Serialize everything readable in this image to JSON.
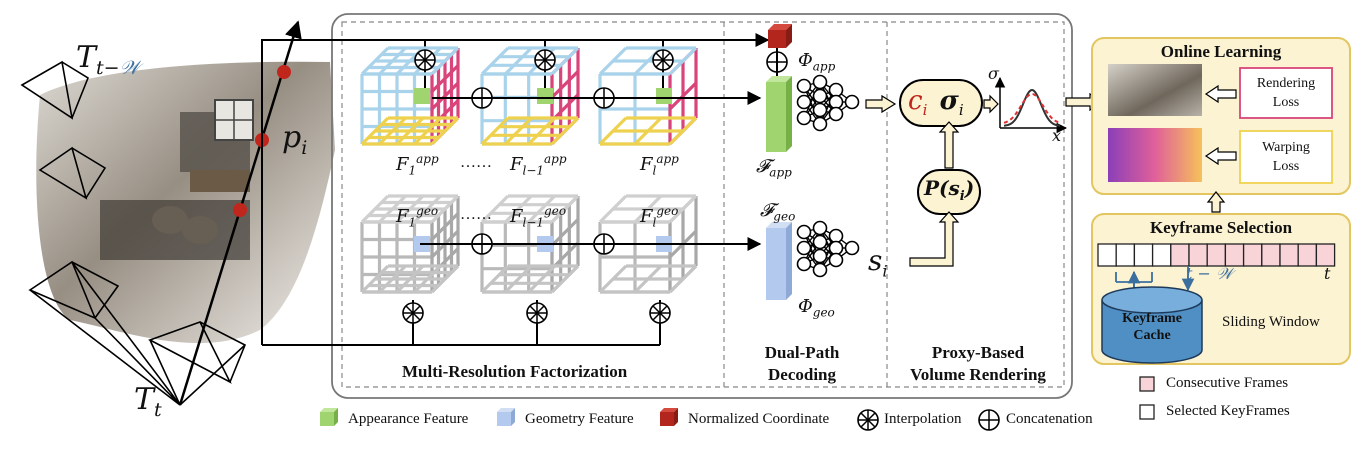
{
  "scene": {
    "pose_top_base": "T",
    "pose_top_sub_t": "t",
    "pose_top_sub_minus": "−",
    "pose_top_sub_w": "𝒲",
    "point_label_base": "p",
    "point_label_sub": "i",
    "pose_bottom_base": "T",
    "pose_bottom_sub": "t"
  },
  "factorization": {
    "section_label": "Multi-Resolution Factorization",
    "app_labels": [
      {
        "base": "F",
        "sub": "1",
        "sup": "app"
      },
      {
        "base": "F",
        "sub": "l−1",
        "sup": "app"
      },
      {
        "base": "F",
        "sub": "l",
        "sup": "app"
      }
    ],
    "geo_labels": [
      {
        "base": "F",
        "sub": "1",
        "sup": "geo"
      },
      {
        "base": "F",
        "sub": "l−1",
        "sup": "geo"
      },
      {
        "base": "F",
        "sub": "l",
        "sup": "geo"
      }
    ],
    "ellipsis": "……"
  },
  "decoding": {
    "section_label_line1": "Dual-Path",
    "section_label_line2": "Decoding",
    "phi_app_base": "Φ",
    "phi_app_sub": "app",
    "phi_geo_base": "Φ",
    "phi_geo_sub": "geo",
    "f_app_base": "𝓕",
    "f_app_sub": "app",
    "f_geo_base": "𝓕",
    "f_geo_sub": "geo"
  },
  "rendering": {
    "section_label_line1": "Proxy-Based",
    "section_label_line2": "Volume Rendering",
    "c_base": "c",
    "c_sub": "i",
    "sigma_base": "σ",
    "sigma_sub": "i",
    "proxy_text": "P(s",
    "proxy_sub": "i",
    "proxy_close": ")",
    "s_base": "s",
    "s_sub": "i",
    "plot_y_label": "σ",
    "plot_x_label": "x"
  },
  "online_learning": {
    "title": "Online Learning",
    "rendering_loss_line1": "Rendering",
    "rendering_loss_line2": "Loss",
    "warping_loss_line1": "Warping",
    "warping_loss_line2": "Loss"
  },
  "keyframe_selection": {
    "title": "Keyframe Selection",
    "window_start_label": "t − 𝒲",
    "window_end_label": "t",
    "cache_line1": "Keyframe",
    "cache_line2": "Cache",
    "sliding_window": "Sliding Window",
    "legend_consecutive": "Consecutive Frames",
    "legend_selected": "Selected KeyFrames"
  },
  "legend": {
    "appearance": "Appearance Feature",
    "geometry": "Geometry Feature",
    "normalized": "Normalized Coordinate",
    "interpolation": "Interpolation",
    "concatenation": "Concatenation"
  },
  "colors": {
    "appearance": "#9fd46f",
    "geometry": "#b4c9ee",
    "normalized": "#b3261e",
    "panel_yellow": "#fcf3d3",
    "panel_border": "#e3c65f",
    "pink": "#d9447a",
    "light_blue": "#a9d3ea",
    "yellow_grid": "#eed24f",
    "cache_blue": "#4f8fc4",
    "consecutive": "#f8d4d8"
  }
}
